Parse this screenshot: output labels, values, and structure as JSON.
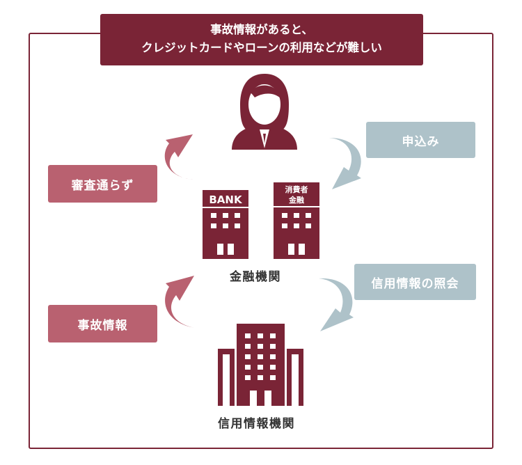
{
  "title": {
    "line1": "事故情報があると、",
    "line2": "クレジットカードやローンの利用などが難しい"
  },
  "labels": {
    "review_fail": "審査通らず",
    "apply": "申込み",
    "accident_info": "事故情報",
    "credit_inquiry": "信用情報の照会"
  },
  "captions": {
    "financial_institutions": "金融機関",
    "credit_bureau": "信用情報機関"
  },
  "buildings": {
    "bank_sign": "BANK",
    "consumer_finance_sign_line1": "消費者",
    "consumer_finance_sign_line2": "金融"
  },
  "colors": {
    "primary": "#7a2436",
    "rose": "#b96170",
    "blue_gray": "#aec2c9"
  }
}
